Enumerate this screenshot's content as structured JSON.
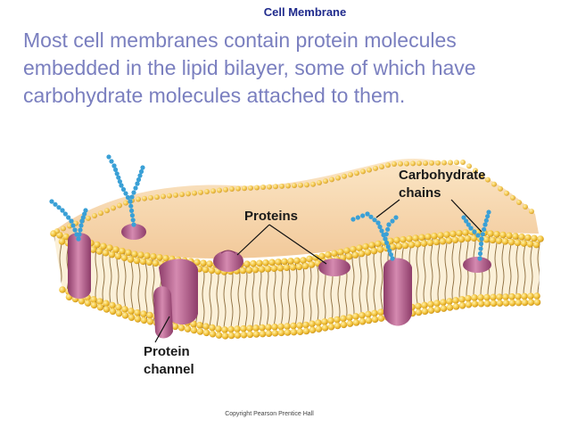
{
  "title": "Cell Membrane",
  "description": "Most cell membranes contain protein molecules embedded in the lipid bilayer, some of which have carbohydrate molecules attached to them.",
  "labels": {
    "carbohydrate_line1": "Carbohydrate",
    "carbohydrate_line2": "chains",
    "proteins": "Proteins",
    "channel_line1": "Protein",
    "channel_line2": "channel"
  },
  "copyright": "Copyright Pearson Prentice Hall",
  "colors": {
    "title": "#1f2a8c",
    "body_text": "#7a7fbf",
    "lipid_head": "#f2c23a",
    "protein": "#b0608a",
    "carbohydrate": "#3aa0d6",
    "membrane_top": "#f7d7a8"
  }
}
